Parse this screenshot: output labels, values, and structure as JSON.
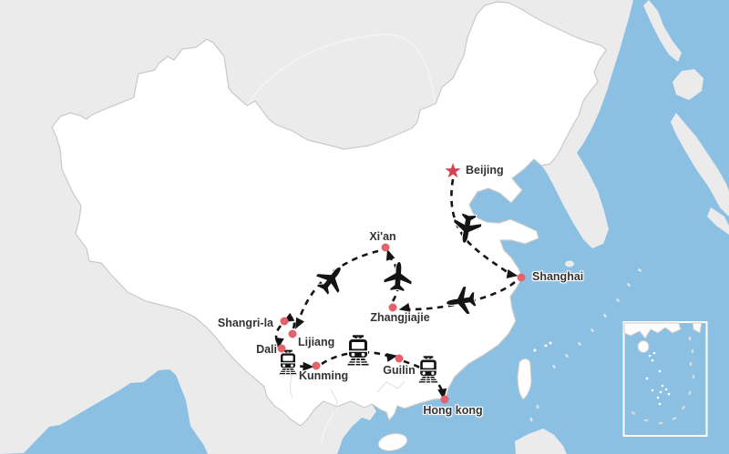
{
  "map": {
    "region": "China",
    "type": "travel-route-map"
  },
  "cities": [
    {
      "label": "Beijing",
      "marker": "star"
    },
    {
      "label": "Shanghai",
      "marker": "dot"
    },
    {
      "label": "Xi'an",
      "marker": "dot"
    },
    {
      "label": "Zhangjiajie",
      "marker": "dot"
    },
    {
      "label": "Shangri-la",
      "marker": "dot"
    },
    {
      "label": "Lijiang",
      "marker": "dot"
    },
    {
      "label": "Dali",
      "marker": "dot"
    },
    {
      "label": "Kunming",
      "marker": "dot"
    },
    {
      "label": "Guilin",
      "marker": "dot"
    },
    {
      "label": "Hong kong",
      "marker": "dot"
    }
  ],
  "legs": [
    {
      "from": "Beijing",
      "to": "Shanghai",
      "mode": "flight",
      "icon": "plane-icon"
    },
    {
      "from": "Shanghai",
      "to": "Zhangjiajie",
      "mode": "flight",
      "icon": "plane-icon"
    },
    {
      "from": "Zhangjiajie",
      "to": "Xi'an",
      "mode": "flight",
      "icon": "plane-icon"
    },
    {
      "from": "Xi'an",
      "to": "Lijiang",
      "mode": "flight",
      "icon": "plane-icon"
    },
    {
      "from": "Lijiang",
      "to": "Shangri-la",
      "mode": "overland",
      "icon": "dashed-line"
    },
    {
      "from": "Shangri-la",
      "to": "Dali",
      "mode": "overland",
      "icon": "dashed-line"
    },
    {
      "from": "Dali",
      "to": "Kunming",
      "mode": "train",
      "icon": "train-icon"
    },
    {
      "from": "Kunming",
      "to": "Guilin",
      "mode": "train",
      "icon": "train-icon"
    },
    {
      "from": "Guilin",
      "to": "Hong kong",
      "mode": "train",
      "icon": "train-icon"
    }
  ],
  "colors": {
    "water": "#8cc0e3",
    "land_outside_china": "#ebebeb",
    "china_fill": "#ffffff",
    "china_border": "#c9c9c9",
    "route_line": "#141414",
    "city_dot": "#e2636c",
    "start_star": "#d84150",
    "label_text": "#333333",
    "inset_border": "#ffffff"
  }
}
